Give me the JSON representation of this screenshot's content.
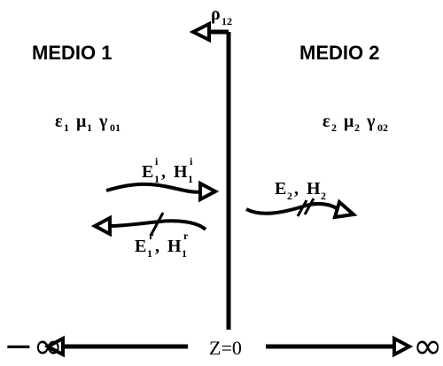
{
  "axis": {
    "rho_symbol": "ρ",
    "rho_subscript": "12",
    "z_label": "Z=0",
    "left_infinity": "−∞",
    "right_infinity": "∞"
  },
  "medium1": {
    "title": "MEDIO 1",
    "epsilon": "ε",
    "epsilon_sub": "1",
    "mu": "μ",
    "mu_sub": "1",
    "gamma": "γ",
    "gamma_sub": "01"
  },
  "medium2": {
    "title": "MEDIO 2",
    "epsilon": "ε",
    "epsilon_sub": "2",
    "mu": "μ",
    "mu_sub": "2",
    "gamma": "γ",
    "gamma_sub": "02"
  },
  "incident": {
    "e": "E",
    "e_sub": "1",
    "e_sup": "i",
    "sep": ",",
    "h": "H",
    "h_sub": "1",
    "h_sup": "i"
  },
  "reflected": {
    "e": "E",
    "e_sub": "1",
    "e_sup": "r",
    "sep": ",",
    "h": "H",
    "h_sub": "1",
    "h_sup": "r"
  },
  "transmitted": {
    "e": "E",
    "e_sub": "2",
    "sep": ",",
    "h": "H",
    "h_sub": "2"
  }
}
